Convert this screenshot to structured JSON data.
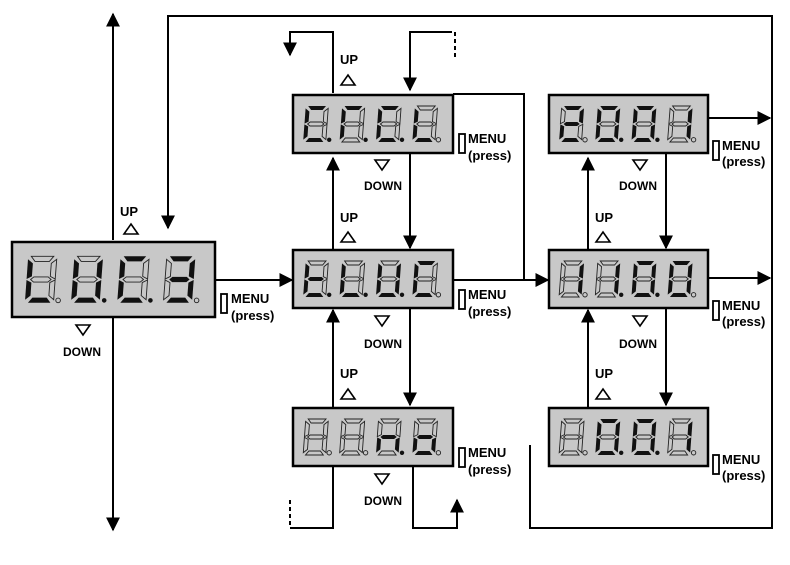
{
  "labels": {
    "up": "UP",
    "down": "DOWN",
    "menu": "MENU",
    "press": "(press)"
  },
  "displays": [
    {
      "id": "main",
      "segments": [
        [
          "e",
          "f",
          "d"
        ],
        [
          "b",
          "c",
          "d",
          "e",
          "f"
        ],
        [
          "a",
          "d",
          "e",
          "f"
        ],
        [
          "a",
          "b",
          "c",
          "d",
          "g"
        ]
      ],
      "dots": [
        false,
        true,
        true,
        false
      ]
    },
    {
      "id": "t-ap",
      "segments": [
        [
          "a",
          "d",
          "e",
          "f"
        ],
        [
          "a",
          "f",
          "e"
        ],
        [
          "a",
          "d",
          "e",
          "f"
        ],
        [
          "e",
          "f",
          "d"
        ]
      ],
      "dots": [
        true,
        true,
        true,
        false
      ]
    },
    {
      "id": "t-ch",
      "segments": [
        [
          "d",
          "e",
          "f",
          "g"
        ],
        [
          "d",
          "e",
          "f"
        ],
        [
          "b",
          "c",
          "d",
          "e",
          "f"
        ],
        [
          "a",
          "d",
          "e",
          "f"
        ]
      ],
      "dots": [
        true,
        true,
        true,
        false
      ]
    },
    {
      "id": "t-no",
      "segments": [
        [],
        [],
        [
          "c",
          "e",
          "g"
        ],
        [
          "c",
          "d",
          "e",
          "g"
        ]
      ],
      "dots": [
        false,
        false,
        true,
        false
      ]
    },
    {
      "id": "val-2001",
      "segments": [
        [
          "a",
          "b",
          "d",
          "e",
          "g"
        ],
        [
          "a",
          "b",
          "c",
          "d",
          "e",
          "f"
        ],
        [
          "a",
          "b",
          "c",
          "d",
          "e",
          "f"
        ],
        [
          "b",
          "c"
        ]
      ],
      "dots": [
        false,
        true,
        true,
        false
      ]
    },
    {
      "id": "val-1100",
      "segments": [
        [
          "b",
          "c"
        ],
        [
          "b",
          "c"
        ],
        [
          "a",
          "b",
          "c",
          "d",
          "e",
          "f"
        ],
        [
          "a",
          "b",
          "c",
          "d",
          "e",
          "f"
        ]
      ],
      "dots": [
        false,
        true,
        true,
        false
      ]
    },
    {
      "id": "val-001",
      "segments": [
        [],
        [
          "a",
          "b",
          "c",
          "d",
          "e",
          "f"
        ],
        [
          "a",
          "b",
          "c",
          "d",
          "e",
          "f"
        ],
        [
          "b",
          "c"
        ]
      ],
      "dots": [
        false,
        true,
        true,
        false
      ]
    }
  ]
}
